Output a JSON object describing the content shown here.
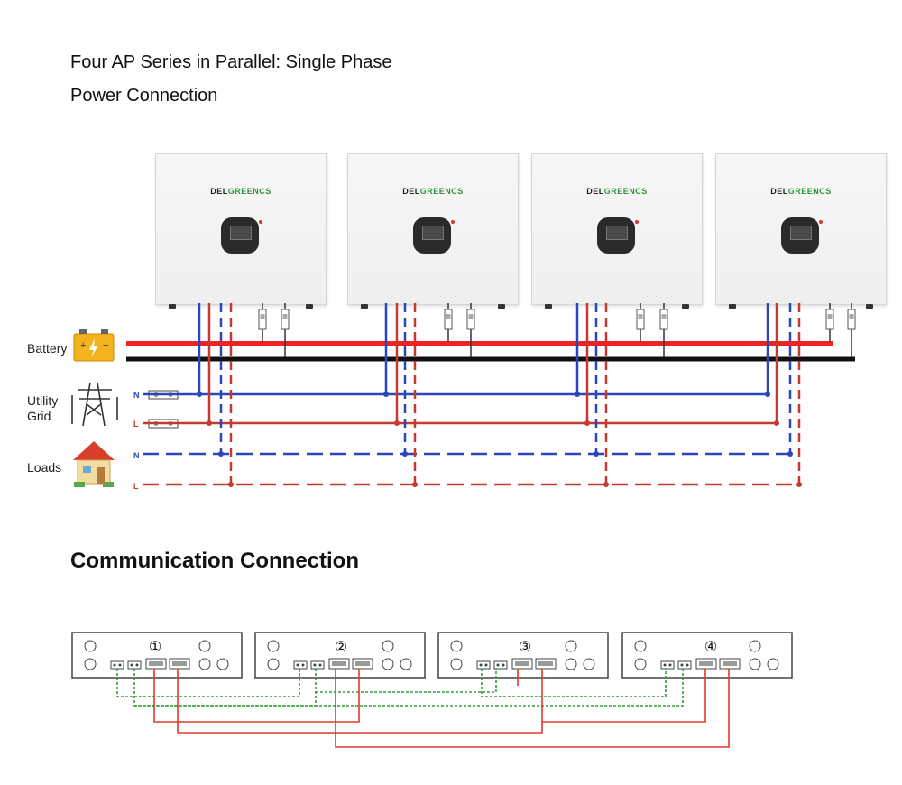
{
  "titles": {
    "line1": "Four AP Series in Parallel:   Single Phase",
    "line2": "Power Connection",
    "comm": "Communication Connection"
  },
  "labels": {
    "battery": "Battery",
    "utility": "Utility",
    "grid": "Grid",
    "loads": "Loads",
    "n": "N",
    "l": "L"
  },
  "inverters": [
    {
      "brand_a": "DEL",
      "brand_b": "GREENCS"
    },
    {
      "brand_a": "DEL",
      "brand_b": "GREENCS"
    },
    {
      "brand_a": "DEL",
      "brand_b": "GREENCS"
    },
    {
      "brand_a": "DEL",
      "brand_b": "GREENCS"
    }
  ],
  "comm_units": [
    "①",
    "②",
    "③",
    "④"
  ],
  "colors": {
    "battery_pos": "#ee2222",
    "battery_neg": "#111111",
    "neutral": "#2b46b8",
    "line": "#c43a30",
    "comm_green": "#33a033",
    "comm_red": "#e03a2a"
  },
  "icons": {
    "battery": "battery-icon",
    "utility": "power-pylon-icon",
    "loads": "house-icon"
  }
}
